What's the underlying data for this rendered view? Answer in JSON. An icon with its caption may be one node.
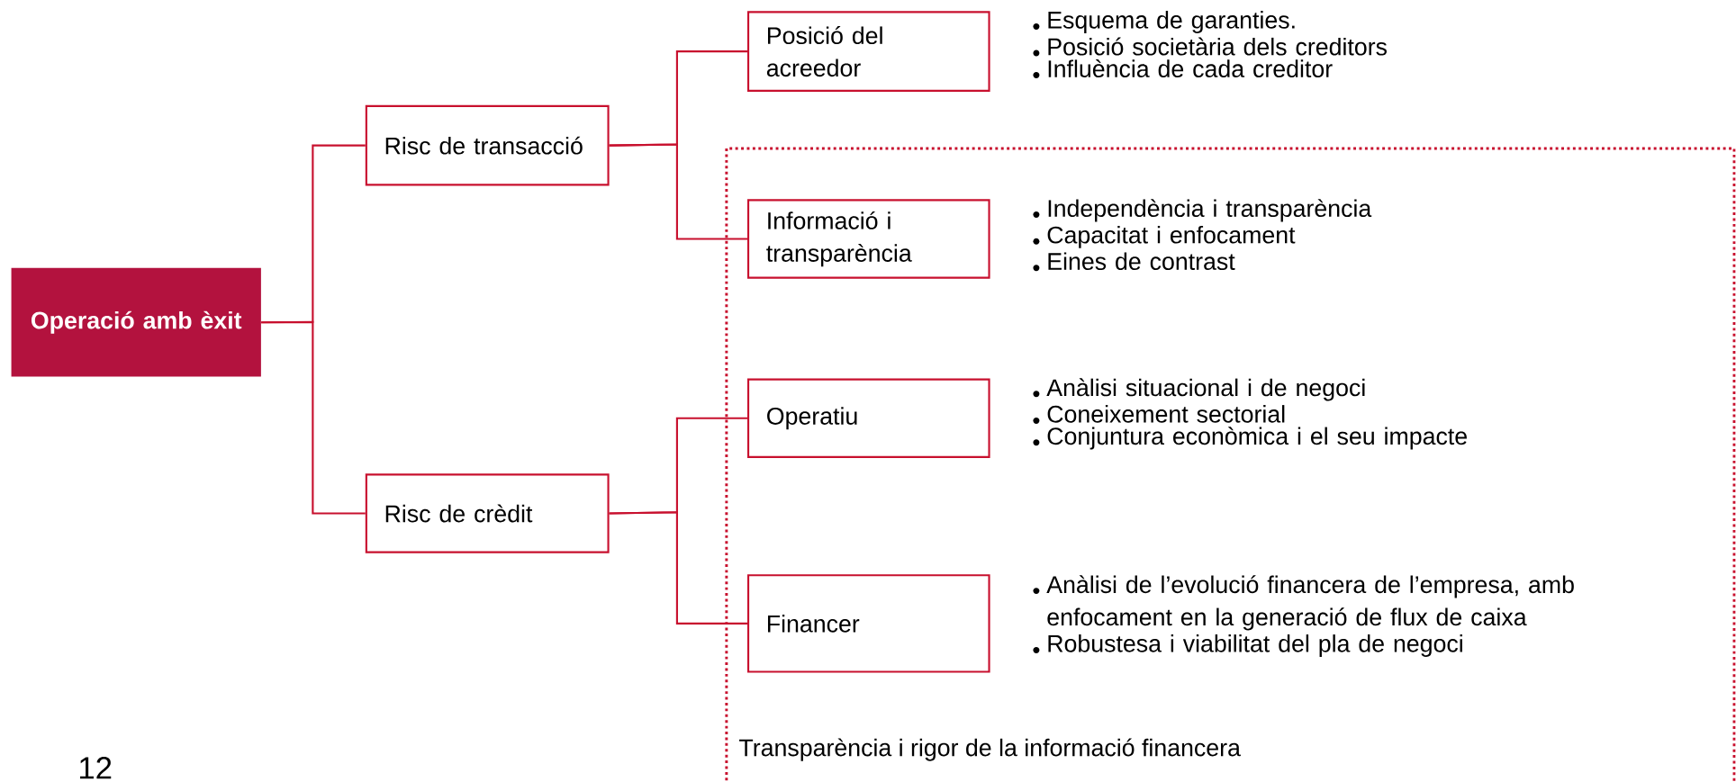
{
  "diagram": {
    "nodes": [
      {
        "text": [
          "Operació amb èxit"
        ]
      },
      {
        "text": [
          "Risc de transacció"
        ]
      },
      {
        "text": [
          "Risc de crèdit"
        ]
      },
      {
        "text": [
          "Posició del acreedor"
        ],
        "beside": [
          "Esquema de garanties.",
          "Posició societària dels creditors",
          "Influència de cada creditor"
        ]
      },
      {
        "text": [
          "Transparència i rigor de la informació financera"
        ]
      },
      {
        "text": [
          "Informació i transparència"
        ],
        "in": 4,
        "beside": [
          "Independència i transparència",
          "Capacitat i enfocament",
          "Eines de contrast"
        ]
      },
      {
        "text": [
          "Operatiu"
        ],
        "in": 4,
        "beside": [
          "Anàlisi situacional i de negoci",
          "Coneixement sectorial",
          "Conjuntura econòmica i el seu impacte"
        ]
      },
      {
        "text": [
          "Financer"
        ],
        "in": 4,
        "beside": [
          "Anàlisi de l’evolució financera de l’empresa, amb enfocament en la generació de flux de caixa",
          "Robustesa i viabilitat del pla de negoci"
        ]
      }
    ],
    "edges": [
      {
        "from": 0,
        "to": 1,
        "arrow": "none"
      },
      {
        "from": 0,
        "to": 2,
        "arrow": "none"
      },
      {
        "from": 1,
        "to": 3,
        "arrow": "none"
      },
      {
        "from": 1,
        "to": 5,
        "arrow": "none"
      },
      {
        "from": 2,
        "to": 6,
        "arrow": "none"
      },
      {
        "from": 2,
        "to": 7,
        "arrow": "none"
      }
    ],
    "labels": [
      "12"
    ]
  }
}
